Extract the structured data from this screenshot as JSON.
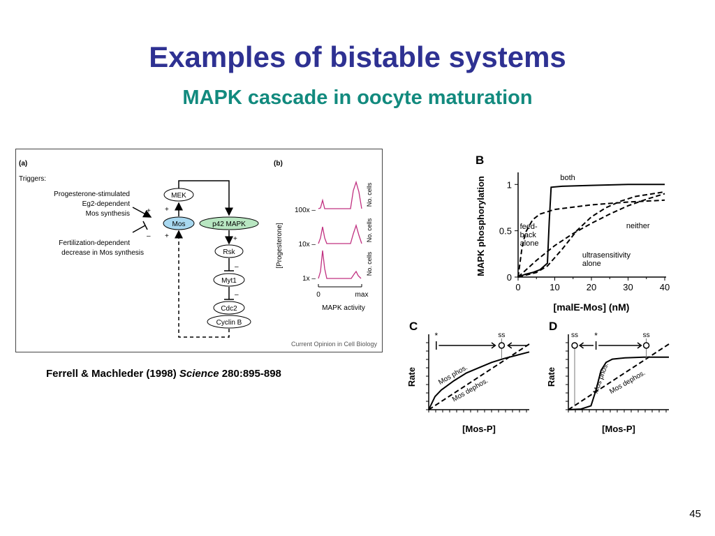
{
  "slide": {
    "title": "Examples of bistable systems",
    "subtitle": "MAPK cascade in oocyte maturation",
    "citation_authors": "Ferrell & Machleder (1998) ",
    "citation_journal": "Science",
    "citation_ref": " 280:895-898",
    "page_number": "45",
    "colors": {
      "title": "#2e3192",
      "subtitle": "#128a7e",
      "mos_fill": "#a8d8f0",
      "mapk_fill": "#b8e6c1",
      "histogram": "#c03080"
    }
  },
  "figure_left": {
    "panel_a": {
      "label": "(a)",
      "triggers": "Triggers:",
      "trigger1_lines": [
        "Progesterone-stimulated",
        "Eg2-dependent",
        "Mos synthesis"
      ],
      "trigger2_lines": [
        "Fertilization-dependent",
        "decrease in Mos synthesis"
      ],
      "nodes": {
        "mek": "MEK",
        "mos": "Mos",
        "p42": "p42 MAPK",
        "rsk": "Rsk",
        "myt1": "Myt1",
        "cdc2": "Cdc2",
        "cyclin": "Cyclin B"
      },
      "signs": {
        "plus": "+",
        "minus": "–"
      }
    },
    "panel_b": {
      "label": "(b)",
      "ylabel": "[Progesterone]",
      "rows": [
        "100x –",
        "10x –",
        "1x –"
      ],
      "row_labels": [
        "No. cells",
        "No. cells",
        "No. cells"
      ],
      "x_ticks": [
        "0",
        "max"
      ],
      "xlabel": "MAPK activity"
    },
    "credit": "Current Opinion in Cell Biology"
  },
  "chart_data": [
    {
      "type": "line",
      "panel_label": "B",
      "xlabel": "[malE-Mos] (nM)",
      "ylabel": "MAPK phosphorylation",
      "x_ticks": [
        "0",
        "10",
        "20",
        "30",
        "40"
      ],
      "y_ticks": [
        "0",
        "0.5",
        "1"
      ],
      "xlim": [
        0,
        40
      ],
      "ylim": [
        0,
        1.1
      ],
      "series": [
        {
          "name": "both",
          "style": "solid",
          "x": [
            0,
            2,
            4,
            6,
            8,
            8.5,
            9,
            12,
            20,
            30,
            40
          ],
          "y": [
            0,
            0.03,
            0.05,
            0.08,
            0.15,
            0.6,
            0.97,
            0.98,
            0.99,
            1.0,
            1.0
          ]
        },
        {
          "name": "feed-back alone",
          "style": "dashed",
          "x": [
            0,
            1,
            2,
            4,
            6,
            10,
            20,
            30,
            40
          ],
          "y": [
            0,
            0.3,
            0.48,
            0.62,
            0.68,
            0.73,
            0.78,
            0.81,
            0.83
          ]
        },
        {
          "name": "neither",
          "style": "dashed",
          "x": [
            0,
            5,
            10,
            15,
            20,
            25,
            30,
            35,
            40
          ],
          "y": [
            0,
            0.18,
            0.34,
            0.47,
            0.58,
            0.68,
            0.77,
            0.84,
            0.9
          ]
        },
        {
          "name": "ultrasensitivity alone",
          "style": "dashed",
          "x": [
            0,
            5,
            8,
            12,
            16,
            20,
            24,
            28,
            32,
            40
          ],
          "y": [
            0,
            0.05,
            0.12,
            0.3,
            0.5,
            0.65,
            0.75,
            0.82,
            0.87,
            0.92
          ]
        }
      ],
      "annotations": [
        "both",
        "feed-",
        "back",
        "alone",
        "neither",
        "ultrasensitivity",
        "alone"
      ]
    },
    {
      "type": "line",
      "panel_label": "C",
      "xlabel": "[Mos-P]",
      "ylabel": "Rate",
      "markers": {
        "star": "*",
        "ss": "ss"
      },
      "series": [
        {
          "name": "Mos phos.",
          "style": "solid",
          "x": [
            0,
            0.5,
            1,
            2,
            3,
            4,
            5,
            6,
            7,
            8
          ],
          "y": [
            0,
            1.0,
            1.5,
            2.2,
            2.8,
            3.2,
            3.6,
            3.9,
            4.15,
            4.4
          ]
        },
        {
          "name": "Mos dephos.",
          "style": "dashed",
          "x": [
            0,
            8
          ],
          "y": [
            0,
            5.0
          ]
        }
      ]
    },
    {
      "type": "line",
      "panel_label": "D",
      "xlabel": "[Mos-P]",
      "ylabel": "Rate",
      "markers": {
        "ss_left": "ss",
        "star": "*",
        "ss_right": "ss"
      },
      "series": [
        {
          "name": "Mos phos.",
          "style": "solid",
          "x": [
            0,
            1,
            1.8,
            2.2,
            2.6,
            3.0,
            3.5,
            4.5,
            6,
            8
          ],
          "y": [
            0,
            0.05,
            0.3,
            1.5,
            3.0,
            3.6,
            3.85,
            3.95,
            4.0,
            4.0
          ]
        },
        {
          "name": "Mos dephos.",
          "style": "dashed",
          "x": [
            0,
            8
          ],
          "y": [
            0,
            5.0
          ]
        }
      ]
    }
  ]
}
